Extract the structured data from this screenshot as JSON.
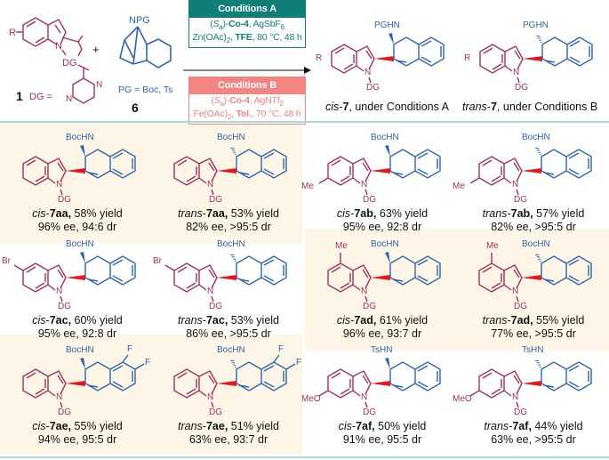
{
  "colors": {
    "indole": "#a3305f",
    "naph": "#2f64ad",
    "wedge": "#e8141e",
    "condA": "#0f7f78",
    "condB": "#f28482",
    "panel": "#fdf6e6",
    "divider": "#a8dcd8"
  },
  "scheme": {
    "reagent1": {
      "number": "1",
      "sub": "R",
      "dg": "DG",
      "dg_eq": "DG =",
      "n1": "N",
      "n2": "N",
      "n3": "N"
    },
    "plus": "+",
    "reagent6": {
      "number": "6",
      "npg": "NPG",
      "pg_note": "PG = Boc, Ts"
    },
    "conditionsA": {
      "title": "Conditions A",
      "line1_pre": "(",
      "line1_s": "S",
      "line1_sub": "a",
      "line1_mid": ")-",
      "line1_cat": "Co-4",
      "line1_post": ", AgSbF",
      "line1_post_sub": "6",
      "line2_pre": "Zn(OAc)",
      "line2_sub": "2",
      "line2_sep": ", ",
      "line2_solv": "TFE",
      "line2_post": ", 80 °C, 48 h"
    },
    "conditionsB": {
      "title": "Conditions B",
      "line1_pre": "(",
      "line1_s": "S",
      "line1_sub": "a",
      "line1_mid": ")-",
      "line1_cat": "Co-4",
      "line1_post": ", AgNTf",
      "line1_post_sub": "2",
      "line2_pre": "Fe(OAc)",
      "line2_sub": "2",
      "line2_sep": ", ",
      "line2_solv": "Tol.",
      "line2_post": ", 70 °C, 48 h"
    },
    "product_cis": {
      "stereo": "cis",
      "dash": "-",
      "id": "7",
      "rest": ", under Conditions A",
      "nh": "PGHN",
      "sub": "R",
      "dg": "DG",
      "n": "N"
    },
    "product_trans": {
      "stereo": "trans",
      "dash": "-",
      "id": "7",
      "rest": ", under Conditions B",
      "nh": "PGHN",
      "sub": "R",
      "dg": "DG",
      "n": "N"
    }
  },
  "compounds": [
    {
      "stereo": "cis",
      "id": "7aa",
      "yield": "58% yield",
      "ee_dr": "96% ee, 94:6 dr",
      "nh": "BocHN",
      "sub": "",
      "pos": "",
      "fluoro": false,
      "highlight": true
    },
    {
      "stereo": "trans",
      "id": "7aa",
      "yield": "53% yield",
      "ee_dr": "82% ee, >95:5 dr",
      "nh": "BocHN",
      "sub": "",
      "pos": "",
      "fluoro": false,
      "highlight": true
    },
    {
      "stereo": "cis",
      "id": "7ab",
      "yield": "63% yield",
      "ee_dr": "95% ee, 92:8 dr",
      "nh": "BocHN",
      "sub": "Me",
      "pos": "6",
      "fluoro": false,
      "highlight": false
    },
    {
      "stereo": "trans",
      "id": "7ab",
      "yield": "57% yield",
      "ee_dr": "82% ee, >95:5 dr",
      "nh": "BocHN",
      "sub": "Me",
      "pos": "6",
      "fluoro": false,
      "highlight": false
    },
    {
      "stereo": "cis",
      "id": "7ac",
      "yield": "60% yield",
      "ee_dr": "95% ee, 92:8 dr",
      "nh": "BocHN",
      "sub": "Br",
      "pos": "5",
      "fluoro": false,
      "highlight": false
    },
    {
      "stereo": "trans",
      "id": "7ac",
      "yield": "53% yield",
      "ee_dr": "86% ee, >95:5 dr",
      "nh": "BocHN",
      "sub": "Br",
      "pos": "5",
      "fluoro": false,
      "highlight": false
    },
    {
      "stereo": "cis",
      "id": "7ad",
      "yield": "61% yield",
      "ee_dr": "96% ee, 93:7 dr",
      "nh": "BocHN",
      "sub": "Me",
      "pos": "4",
      "fluoro": false,
      "highlight": true
    },
    {
      "stereo": "trans",
      "id": "7ad",
      "yield": "55% yield",
      "ee_dr": "77% ee, >95:5 dr",
      "nh": "BocHN",
      "sub": "Me",
      "pos": "4",
      "fluoro": false,
      "highlight": true
    },
    {
      "stereo": "cis",
      "id": "7ae",
      "yield": "55% yield",
      "ee_dr": "94% ee, 95:5 dr",
      "nh": "BocHN",
      "sub": "",
      "pos": "",
      "fluoro": true,
      "highlight": true
    },
    {
      "stereo": "trans",
      "id": "7ae",
      "yield": "51% yield",
      "ee_dr": "63% ee, 93:7 dr",
      "nh": "BocHN",
      "sub": "",
      "pos": "",
      "fluoro": true,
      "highlight": true
    },
    {
      "stereo": "cis",
      "id": "7af",
      "yield": "50% yield",
      "ee_dr": "91% ee, 95:5 dr",
      "nh": "TsHN",
      "sub": "MeO",
      "pos": "6",
      "fluoro": false,
      "highlight": false
    },
    {
      "stereo": "trans",
      "id": "7af",
      "yield": "44% yield",
      "ee_dr": "63% ee, >95:5 dr",
      "nh": "TsHN",
      "sub": "MeO",
      "pos": "6",
      "fluoro": false,
      "highlight": false
    }
  ],
  "labels": {
    "dg": "DG",
    "n": "N",
    "f": "F"
  }
}
